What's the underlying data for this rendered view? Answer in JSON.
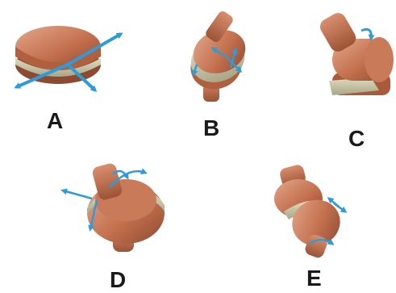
{
  "joints": [
    {
      "id": "A",
      "label": "A"
    },
    {
      "id": "B",
      "label": "B"
    },
    {
      "id": "C",
      "label": "C"
    },
    {
      "id": "D",
      "label": "D"
    },
    {
      "id": "E",
      "label": "E"
    }
  ],
  "colors": {
    "bone": "#c4714f",
    "bone_dark": "#8e4a30",
    "bone_light": "#e0a68a",
    "cartilage": "#c9c6a6",
    "arrow": "#2f9bd8",
    "label": "#1a1a1a"
  },
  "icons": [
    "double-headed-arrow-icon",
    "rotation-arrow-icon"
  ]
}
